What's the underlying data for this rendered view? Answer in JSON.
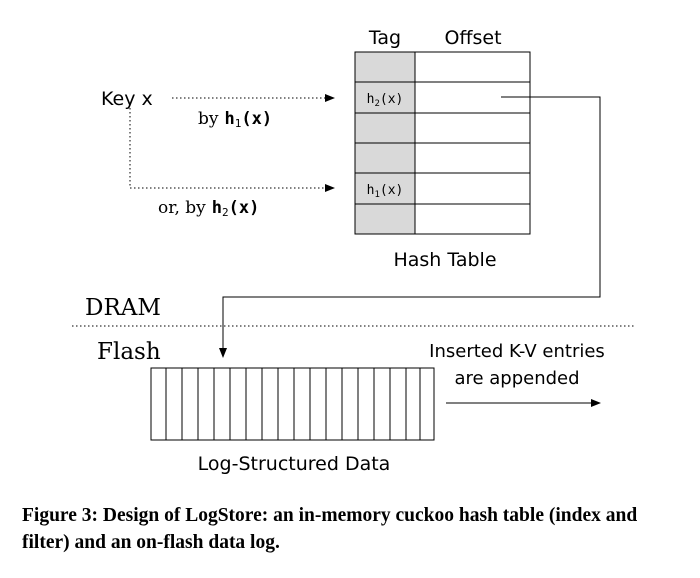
{
  "hash_table": {
    "col_tag": "Tag",
    "col_offset": "Offset",
    "title": "Hash Table",
    "cell_h2": "h",
    "cell_h2_sub": "2",
    "cell_h1": "h",
    "cell_h1_sub": "1",
    "cell_arg": "(x)"
  },
  "key": {
    "label": "Key x",
    "by_prefix": "by",
    "h1_fn": "h",
    "h1_sub": "1",
    "h1_arg": "(x)",
    "or_prefix": "or, by",
    "h2_fn": "h",
    "h2_sub": "2",
    "h2_arg": "(x)"
  },
  "memory": {
    "dram_label": "DRAM",
    "flash_label": "Flash"
  },
  "log": {
    "title": "Log-Structured Data",
    "append_line1": "Inserted K-V entries",
    "append_line2": "are appended"
  },
  "caption": "Figure 3: Design of LogStore: an in-memory cuckoo hash table (index and filter) and an on-flash data log.",
  "colors": {
    "tag_fill": "#d9d9d9",
    "stroke": "#000000"
  }
}
